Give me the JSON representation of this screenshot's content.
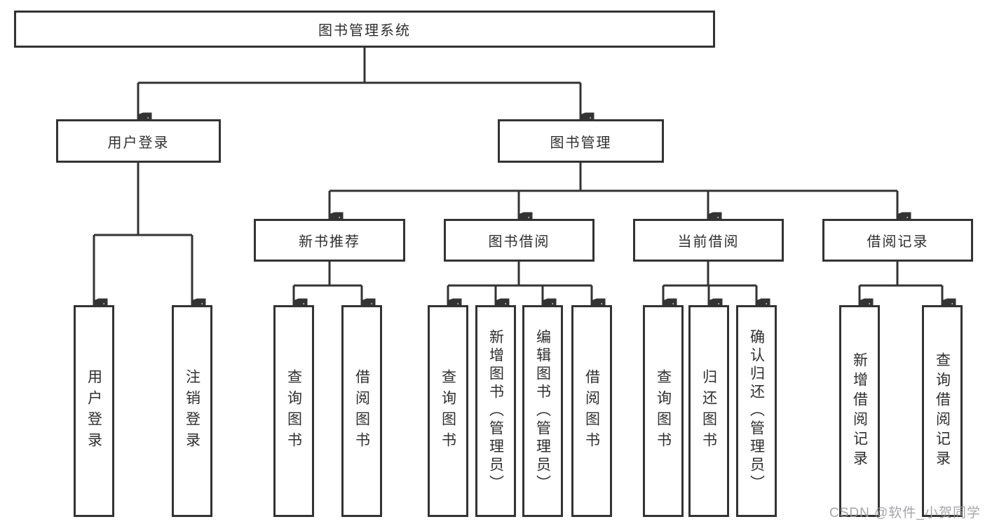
{
  "diagram": {
    "type": "hierarchy-tree",
    "line_color": "#333333",
    "box_background": "#ffffff",
    "watermark": "CSDN @软件_小贺同学",
    "nodes": {
      "root": {
        "label": "图书管理系统"
      },
      "user_login": {
        "label": "用户登录"
      },
      "book_mgmt": {
        "label": "图书管理"
      },
      "new_book_rec": {
        "label": "新书推荐"
      },
      "book_borrow": {
        "label": "图书借阅"
      },
      "current_borrow": {
        "label": "当前借阅"
      },
      "borrow_records": {
        "label": "借阅记录"
      },
      "leaf_user_login": {
        "label": "用户登录"
      },
      "leaf_logout": {
        "label": "注销登录"
      },
      "leaf_rec_query_books": {
        "label": "查询图书"
      },
      "leaf_rec_borrow_books": {
        "label": "借阅图书"
      },
      "leaf_bb_query_books": {
        "label": "查询图书"
      },
      "leaf_bb_add_books": {
        "label": "新增图书（管理员）"
      },
      "leaf_bb_edit_books": {
        "label": "编辑图书（管理员）"
      },
      "leaf_bb_borrow_books": {
        "label": "借阅图书"
      },
      "leaf_cb_query_books": {
        "label": "查询图书"
      },
      "leaf_cb_return_books": {
        "label": "归还图书"
      },
      "leaf_cb_confirm_return": {
        "label": "确认归还（管理员）"
      },
      "leaf_br_add_record": {
        "label": "新增借阅记录"
      },
      "leaf_br_query_record": {
        "label": "查询借阅记录"
      }
    },
    "edges": [
      {
        "from": "图书管理系统",
        "to": "用户登录"
      },
      {
        "from": "图书管理系统",
        "to": "图书管理"
      },
      {
        "from": "用户登录",
        "to": "用户登录"
      },
      {
        "from": "用户登录",
        "to": "注销登录"
      },
      {
        "from": "图书管理",
        "to": "新书推荐"
      },
      {
        "from": "图书管理",
        "to": "图书借阅"
      },
      {
        "from": "图书管理",
        "to": "当前借阅"
      },
      {
        "from": "图书管理",
        "to": "借阅记录"
      },
      {
        "from": "新书推荐",
        "to": "查询图书"
      },
      {
        "from": "新书推荐",
        "to": "借阅图书"
      },
      {
        "from": "图书借阅",
        "to": "查询图书"
      },
      {
        "from": "图书借阅",
        "to": "新增图书（管理员）"
      },
      {
        "from": "图书借阅",
        "to": "编辑图书（管理员）"
      },
      {
        "from": "图书借阅",
        "to": "借阅图书"
      },
      {
        "from": "当前借阅",
        "to": "查询图书"
      },
      {
        "from": "当前借阅",
        "to": "归还图书"
      },
      {
        "from": "当前借阅",
        "to": "确认归还（管理员）"
      },
      {
        "from": "借阅记录",
        "to": "新增借阅记录"
      },
      {
        "from": "借阅记录",
        "to": "查询借阅记录"
      }
    ]
  }
}
